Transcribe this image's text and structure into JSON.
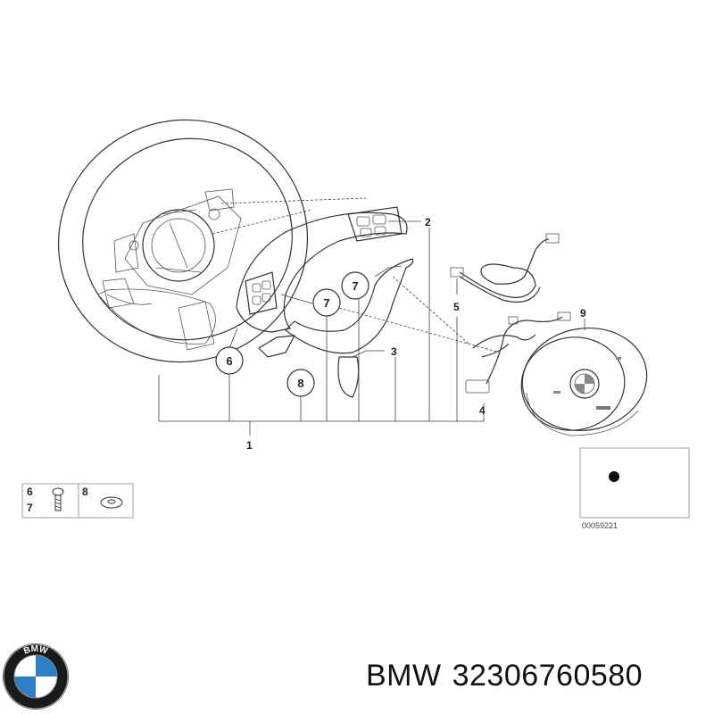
{
  "diagram": {
    "callouts": [
      {
        "id": "1",
        "text": "1"
      },
      {
        "id": "2",
        "text": "2"
      },
      {
        "id": "3",
        "text": "3"
      },
      {
        "id": "4",
        "text": "4"
      },
      {
        "id": "5",
        "text": "5"
      },
      {
        "id": "6",
        "text": "6"
      },
      {
        "id": "7a",
        "text": "7"
      },
      {
        "id": "7b",
        "text": "7"
      },
      {
        "id": "8",
        "text": "8"
      },
      {
        "id": "9",
        "text": "9"
      }
    ],
    "legend": {
      "row1": "6",
      "row2": "7",
      "col2": "8"
    },
    "figure_number": "00059221"
  },
  "caption": {
    "brand": "BMW",
    "part_number": "32306760580"
  },
  "logo": {
    "letters": "BMW",
    "colors": {
      "blue": "#2f7fc4",
      "ring": "#1a1a1a",
      "white": "#ffffff"
    }
  }
}
